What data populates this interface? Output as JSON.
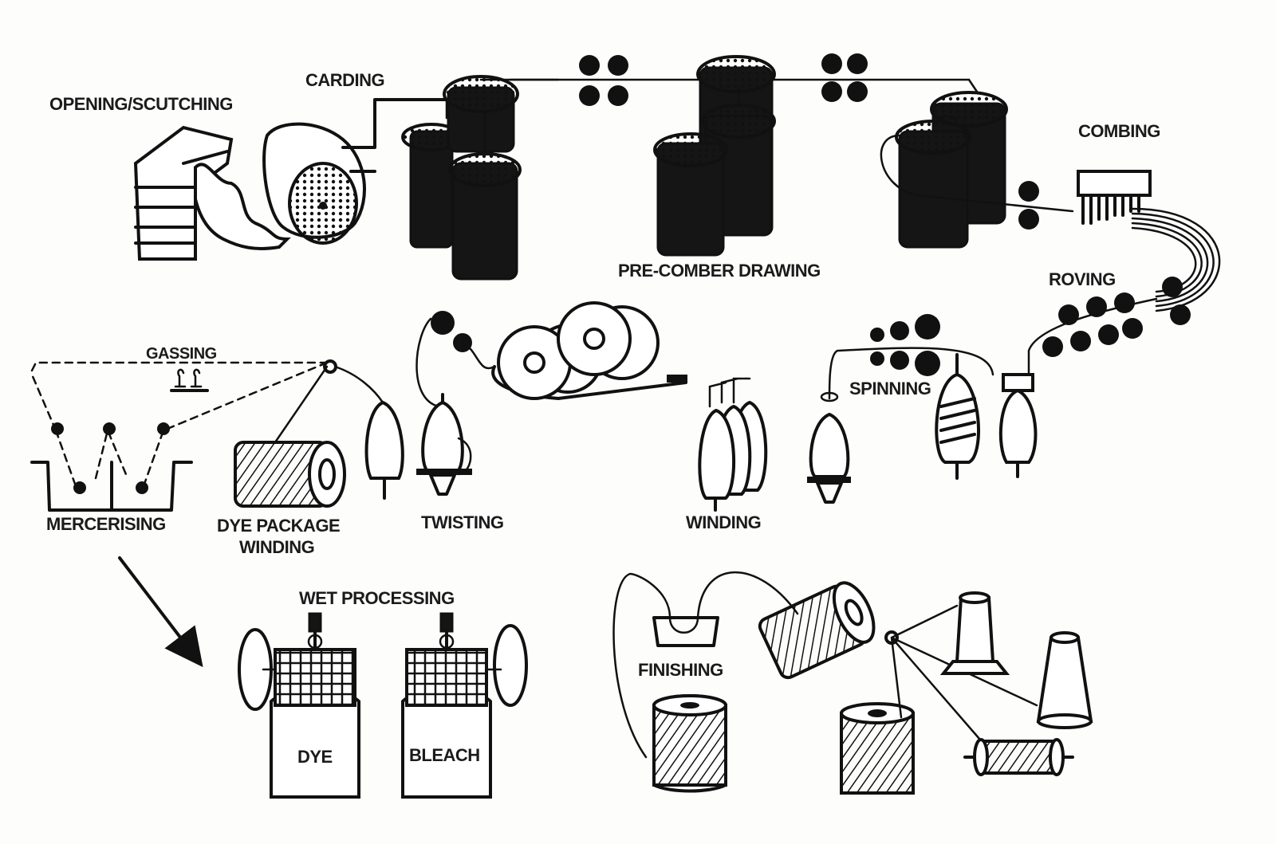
{
  "labels": {
    "opening": "OPENING/SCUTCHING",
    "carding": "CARDING",
    "pre_comber": "PRE-COMBER DRAWING",
    "combing": "COMBING",
    "roving": "ROVING",
    "gassing": "GASSING",
    "spinning": "SPINNING",
    "mercerising": "MERCERISING",
    "dye_package_line1": "DYE PACKAGE",
    "dye_package_line2": "WINDING",
    "twisting": "TWISTING",
    "winding": "WINDING",
    "wet_processing": "WET PROCESSING",
    "finishing": "FINISHING",
    "dye": "DYE",
    "bleach": "BLEACH"
  }
}
